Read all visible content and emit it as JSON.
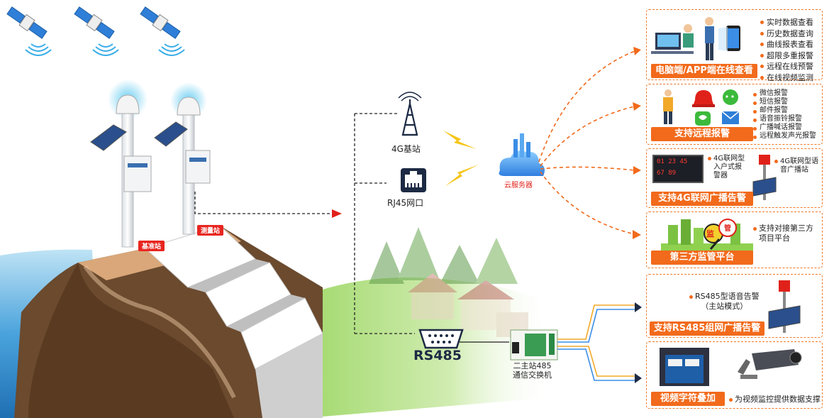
{
  "labels": {
    "base_station": "4G基站",
    "rj45": "RJ45网口",
    "cloud": "云服务器",
    "rs485": "RS485",
    "switch": [
      "二主站485",
      "通信交换机"
    ],
    "station_ref": "基准站",
    "station_measure": "测量站"
  },
  "panels": [
    {
      "title": "电脑端/APP端在线查看",
      "items": [
        "实时数据查看",
        "历史数据查询",
        "曲线报表查看",
        "超限多重报警",
        "远程在线预警",
        "在线视频监测"
      ]
    },
    {
      "title": "支持远程报警",
      "items": [
        "微信报警",
        "短信报警",
        "邮件报警",
        "语音振铃报警",
        "广播喊话报警",
        "远程触发声光报警"
      ]
    },
    {
      "title": "支持4G联网广播告警",
      "note_left": [
        "4G联网型",
        "入户式报",
        "警器"
      ],
      "note_right": [
        "4G联网型语",
        "音广播站"
      ],
      "display_text": [
        "01 23 45",
        "67 89"
      ]
    },
    {
      "title": "第三方监管平台",
      "note": [
        "支持对接第三方",
        "项目平台"
      ],
      "badge": [
        "监",
        "管"
      ]
    },
    {
      "title": "支持RS485组网广播告警",
      "note": [
        "RS485型语音告警",
        "（主站模式）"
      ]
    },
    {
      "title": "视频字符叠加",
      "note": "为视频监控提供数据支撑"
    }
  ],
  "colors": {
    "accent": "#f26a1b",
    "red_tag": "#e8251f",
    "water": "#3a8fd0",
    "grass": "#7cc242"
  }
}
